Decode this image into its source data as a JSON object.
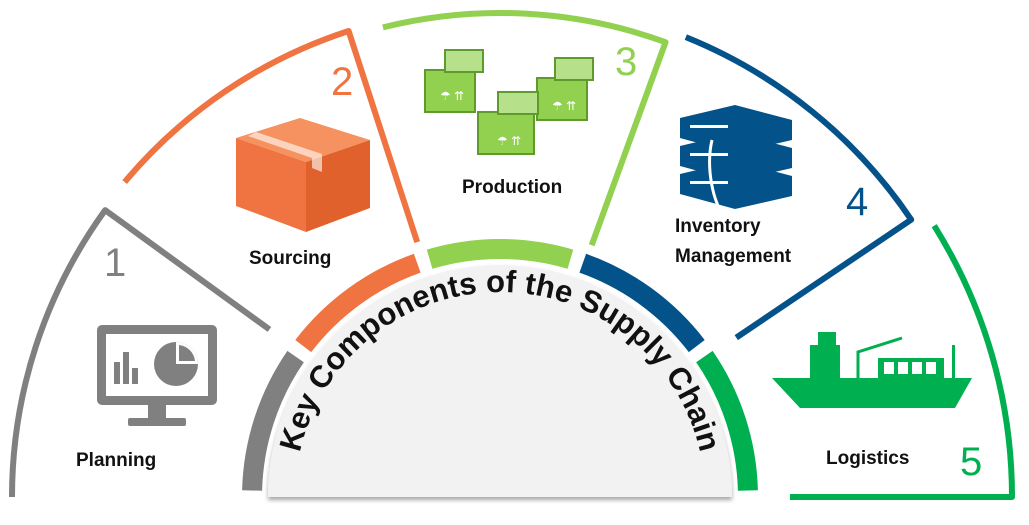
{
  "title": "Key Components of the Supply Chain",
  "components": [
    {
      "number": "1",
      "label": "Planning",
      "icon": "monitor-chart-icon",
      "color": "#808080"
    },
    {
      "number": "2",
      "label": "Sourcing",
      "icon": "box-icon",
      "color": "#F07441"
    },
    {
      "number": "3",
      "label": "Production",
      "icon": "boxes-icon",
      "color": "#92D050"
    },
    {
      "number": "4",
      "label": "Inventory Management",
      "icon": "server-stack-icon",
      "color": "#04528A"
    },
    {
      "number": "5",
      "label": "Logistics",
      "icon": "cargo-ship-icon",
      "color": "#00B050"
    }
  ]
}
